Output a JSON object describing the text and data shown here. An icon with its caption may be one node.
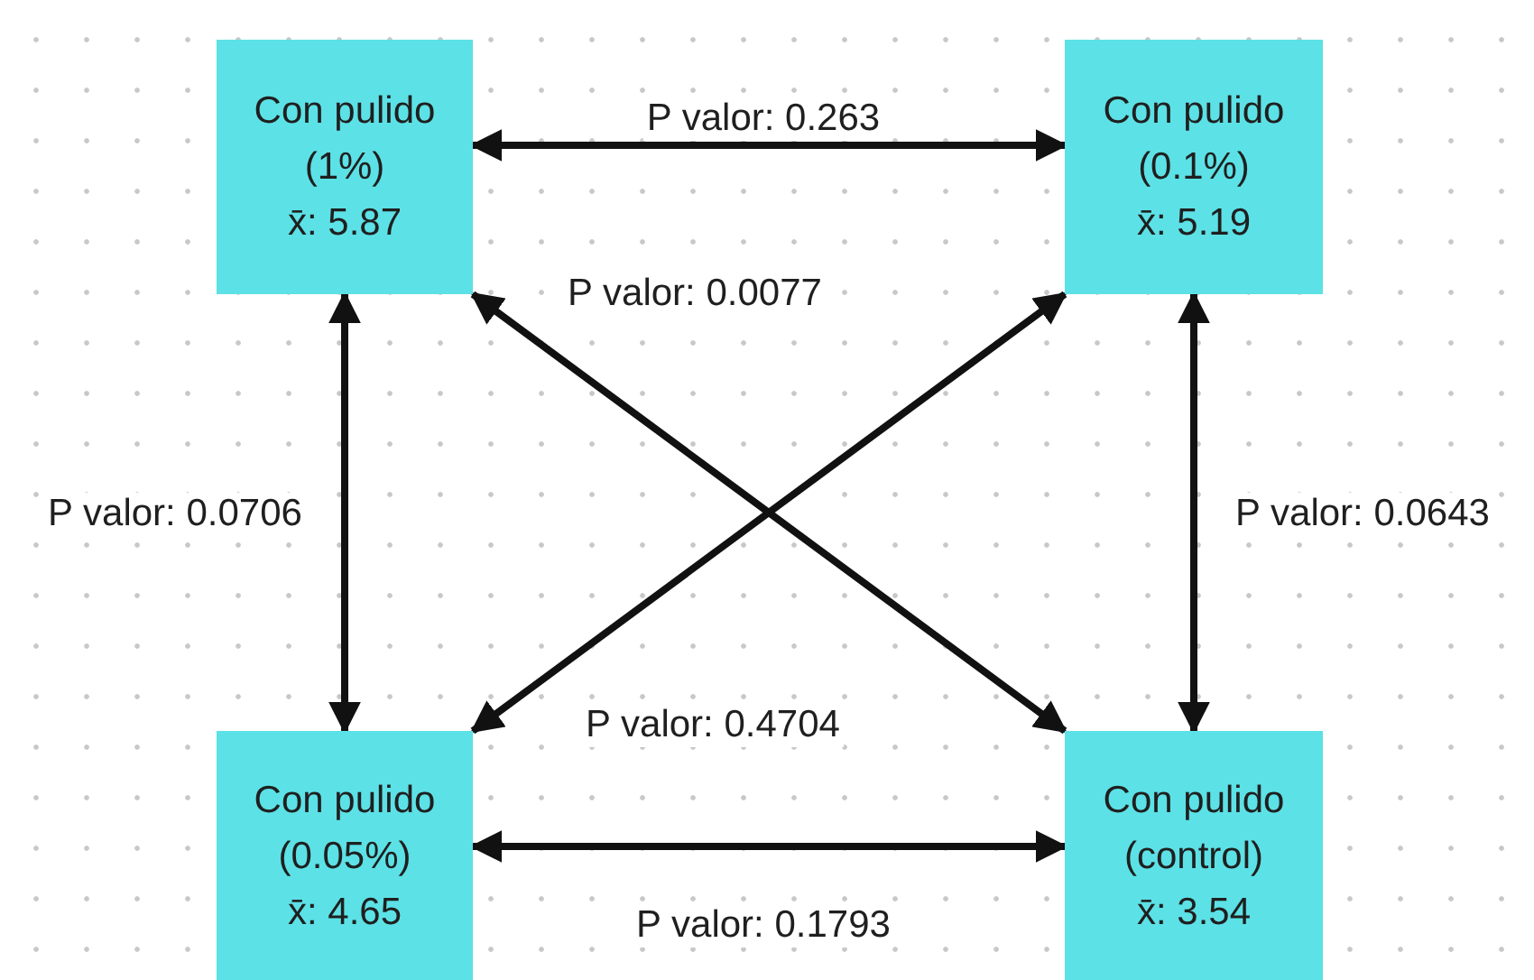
{
  "diagram": {
    "nodes": [
      {
        "text": [
          "Con pulido (1%)",
          "x̄: 5.87"
        ]
      },
      {
        "text": [
          "Con pulido (0.1%)",
          "x̄: 5.19"
        ]
      },
      {
        "text": [
          "Con pulido (0.05%)",
          "x̄: 4.65"
        ]
      },
      {
        "text": [
          "Con pulido (control)",
          "x̄: 3.54"
        ]
      }
    ],
    "edges": [
      {
        "from": 0,
        "to": 1,
        "arrow": "both",
        "label": "P valor: 0.263"
      },
      {
        "from": 0,
        "to": 3,
        "arrow": "both",
        "label": "P valor: 0.0077"
      },
      {
        "from": 1,
        "to": 2,
        "arrow": "both",
        "label": "P valor: 0.4704"
      },
      {
        "from": 0,
        "to": 2,
        "arrow": "both",
        "label": "P valor: 0.0706"
      },
      {
        "from": 1,
        "to": 3,
        "arrow": "both",
        "label": "P valor: 0.0643"
      },
      {
        "from": 2,
        "to": 3,
        "arrow": "both",
        "label": "P valor: 0.1793"
      }
    ]
  }
}
